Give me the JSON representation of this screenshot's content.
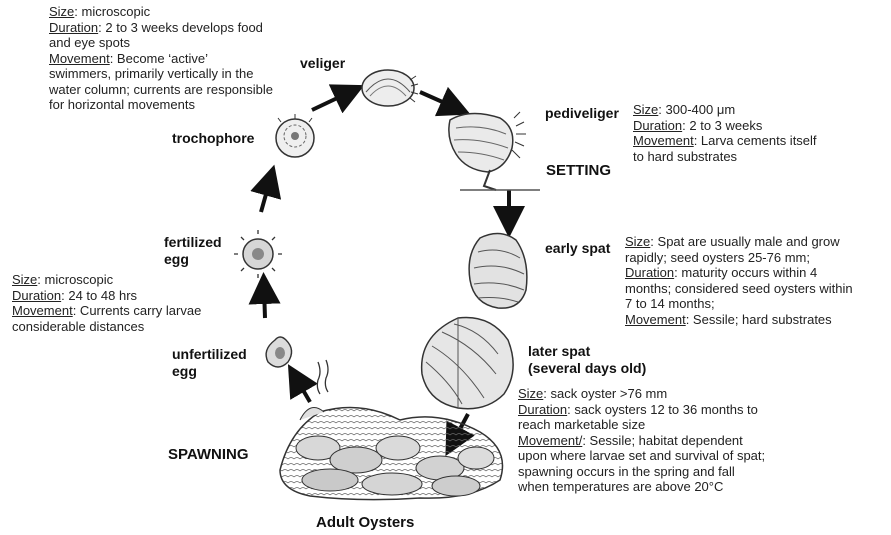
{
  "notes": {
    "veliger": {
      "size_label": "Size",
      "size_text": ": microscopic",
      "duration_label": "Duration",
      "duration_text1": ": 2 to 3 weeks develops food",
      "duration_text2": "and eye spots",
      "movement_label": "Movement",
      "movement_text1": ": Become ‘active’",
      "movement_text2": "swimmers, primarily vertically in the",
      "movement_text3": "water column; currents are responsible",
      "movement_text4": "for horizontal movements"
    },
    "pediveliger": {
      "size_label": "Size",
      "size_text": ": 300-400 μm",
      "duration_label": "Duration",
      "duration_text": ": 2 to 3 weeks",
      "movement_label": "Movement",
      "movement_text1": ": Larva cements itself",
      "movement_text2": "to hard substrates"
    },
    "early_spat": {
      "size_label": "Size",
      "size_text1": ": Spat are usually male and grow",
      "size_text2": "rapidly; seed oysters 25-76 mm;",
      "duration_label": "Duration",
      "duration_text1": ": maturity occurs within 4",
      "duration_text2": "months; considered seed oysters within",
      "duration_text3": "7 to 14 months;",
      "movement_label": "Movement",
      "movement_text": ": Sessile; hard substrates"
    },
    "egg": {
      "size_label": "Size",
      "size_text": ": microscopic",
      "duration_label": "Duration",
      "duration_text": ": 24 to 48 hrs",
      "movement_label": "Movement",
      "movement_text1": ": Currents carry larvae",
      "movement_text2": "considerable distances"
    },
    "later_spat": {
      "size_label": "Size",
      "size_text": ": sack oyster >76 mm",
      "duration_label": "Duration",
      "duration_text1": ": sack oysters 12 to 36 months to",
      "duration_text2": "reach marketable size",
      "movement_label": "Movement/",
      "movement_text1": ": Sessile; habitat dependent",
      "movement_text2": "upon where larvae set and survival of spat;",
      "movement_text3": "spawning occurs in the spring and fall",
      "movement_text4": "when temperatures are above 20°C"
    }
  },
  "stages": {
    "veliger": "veliger",
    "pediveliger": "pediveliger",
    "setting": "SETTING",
    "trochophore": "trochophore",
    "fertilized1": "fertilized",
    "fertilized2": "egg",
    "early_spat": "early spat",
    "later_spat1": "later spat",
    "later_spat2": "(several days old)",
    "unfertilized1": "unfertilized",
    "unfertilized2": "egg",
    "spawning": "SPAWNING",
    "adult": "Adult Oysters"
  },
  "colors": {
    "ink": "#1a1a1a",
    "shell_fill": "#e6e6e6",
    "shell_dark": "#555555"
  }
}
